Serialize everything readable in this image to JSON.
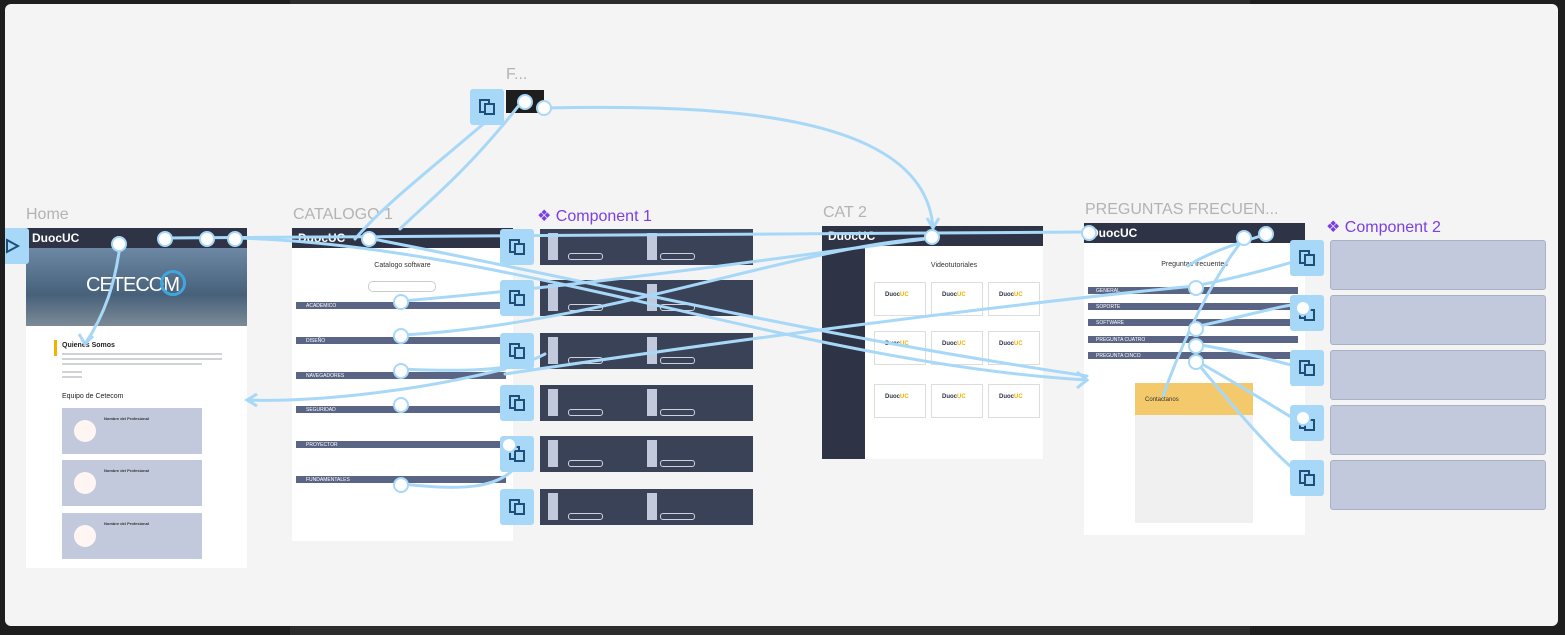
{
  "frames": {
    "flow": {
      "label": "F..."
    },
    "home": {
      "label": "Home",
      "logo": "DuocUC",
      "hero_text": "CETECOM",
      "about_title": "Quienes Somos",
      "team_title": "Equipo de Cetecom",
      "card_title": "Nombre del Profesional"
    },
    "catalogo": {
      "label": "CATALOGO 1",
      "logo": "DuocUC",
      "title": "Catalogo software",
      "categories": [
        "ACADEMICO",
        "DISEÑO",
        "NAVEGADORES",
        "SEGURIDAD",
        "PROYECTOR",
        "FUNDAMENTALES"
      ]
    },
    "cat2": {
      "label": "CAT 2",
      "logo": "DuocUC",
      "title": "Videotutoriales"
    },
    "preguntas": {
      "label": "PREGUNTAS FRECUEN...",
      "logo": "DuocUC",
      "title": "Preguntas frecuentes",
      "sections": [
        "GENERAL",
        "SOPORTE",
        "SOFTWARE",
        "PREGUNTA CUATRO",
        "PREGUNTA CINCO"
      ],
      "contact_title": "Contactanos"
    }
  },
  "components": {
    "component1": {
      "label": "❖ Component 1"
    },
    "component2": {
      "label": "❖ Component 2"
    }
  },
  "colors": {
    "canvas": "#f4f4f4",
    "prototype_wire": "#a8d8f8",
    "component_label": "#7b3fe4",
    "frame_label": "#b3b3b3",
    "navbar": "#2e3446"
  },
  "icons": {
    "prototype_link": "copy-frame-icon",
    "flow_start": "play-icon"
  }
}
